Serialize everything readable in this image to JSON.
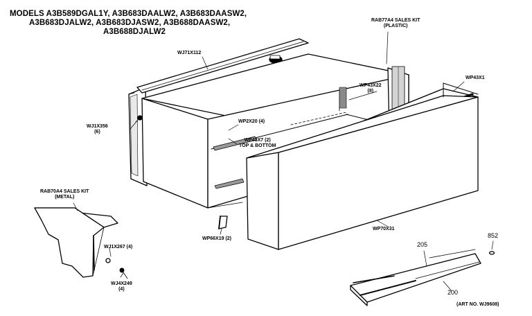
{
  "title": {
    "line1": "MODELS A3B589DGAL1Y, A3B683DAALW2, A3B683DAASW2,",
    "line2": "A3B683DJALW2, A3B683DJASW2, A3B688DAASW2,",
    "line3": "A3B688DJALW2"
  },
  "parts": {
    "cabinet": "WJ71X112",
    "sales_kit_plastic_1": "RAB77A4 SALES KIT",
    "sales_kit_plastic_2": "(PLASTIC)",
    "wp43x22_1": "WP43X22",
    "wp43x22_2": "(8)",
    "wp43x1": "WP43X1",
    "wj1x356_1": "WJ1X356",
    "wj1x356_2": "(6)",
    "wp2x20": "WP2X20 (4)",
    "wp43x7_1": "WP43X7 (2)",
    "wp43x7_2": "TOP & BOTTOM",
    "sales_kit_metal_1": "RAB70A4 SALES KIT",
    "sales_kit_metal_2": "(METAL)",
    "wj1x267": "WJ1X267 (4)",
    "wj4x249_1": "WJ4X249",
    "wj4x249_2": "(4)",
    "wp66x19": "WP66X19 (2)",
    "wp70x31": "WP70X31",
    "part_205": "205",
    "part_200": "200",
    "part_852": "852",
    "art_no": "(ART NO. WJ9608)"
  }
}
